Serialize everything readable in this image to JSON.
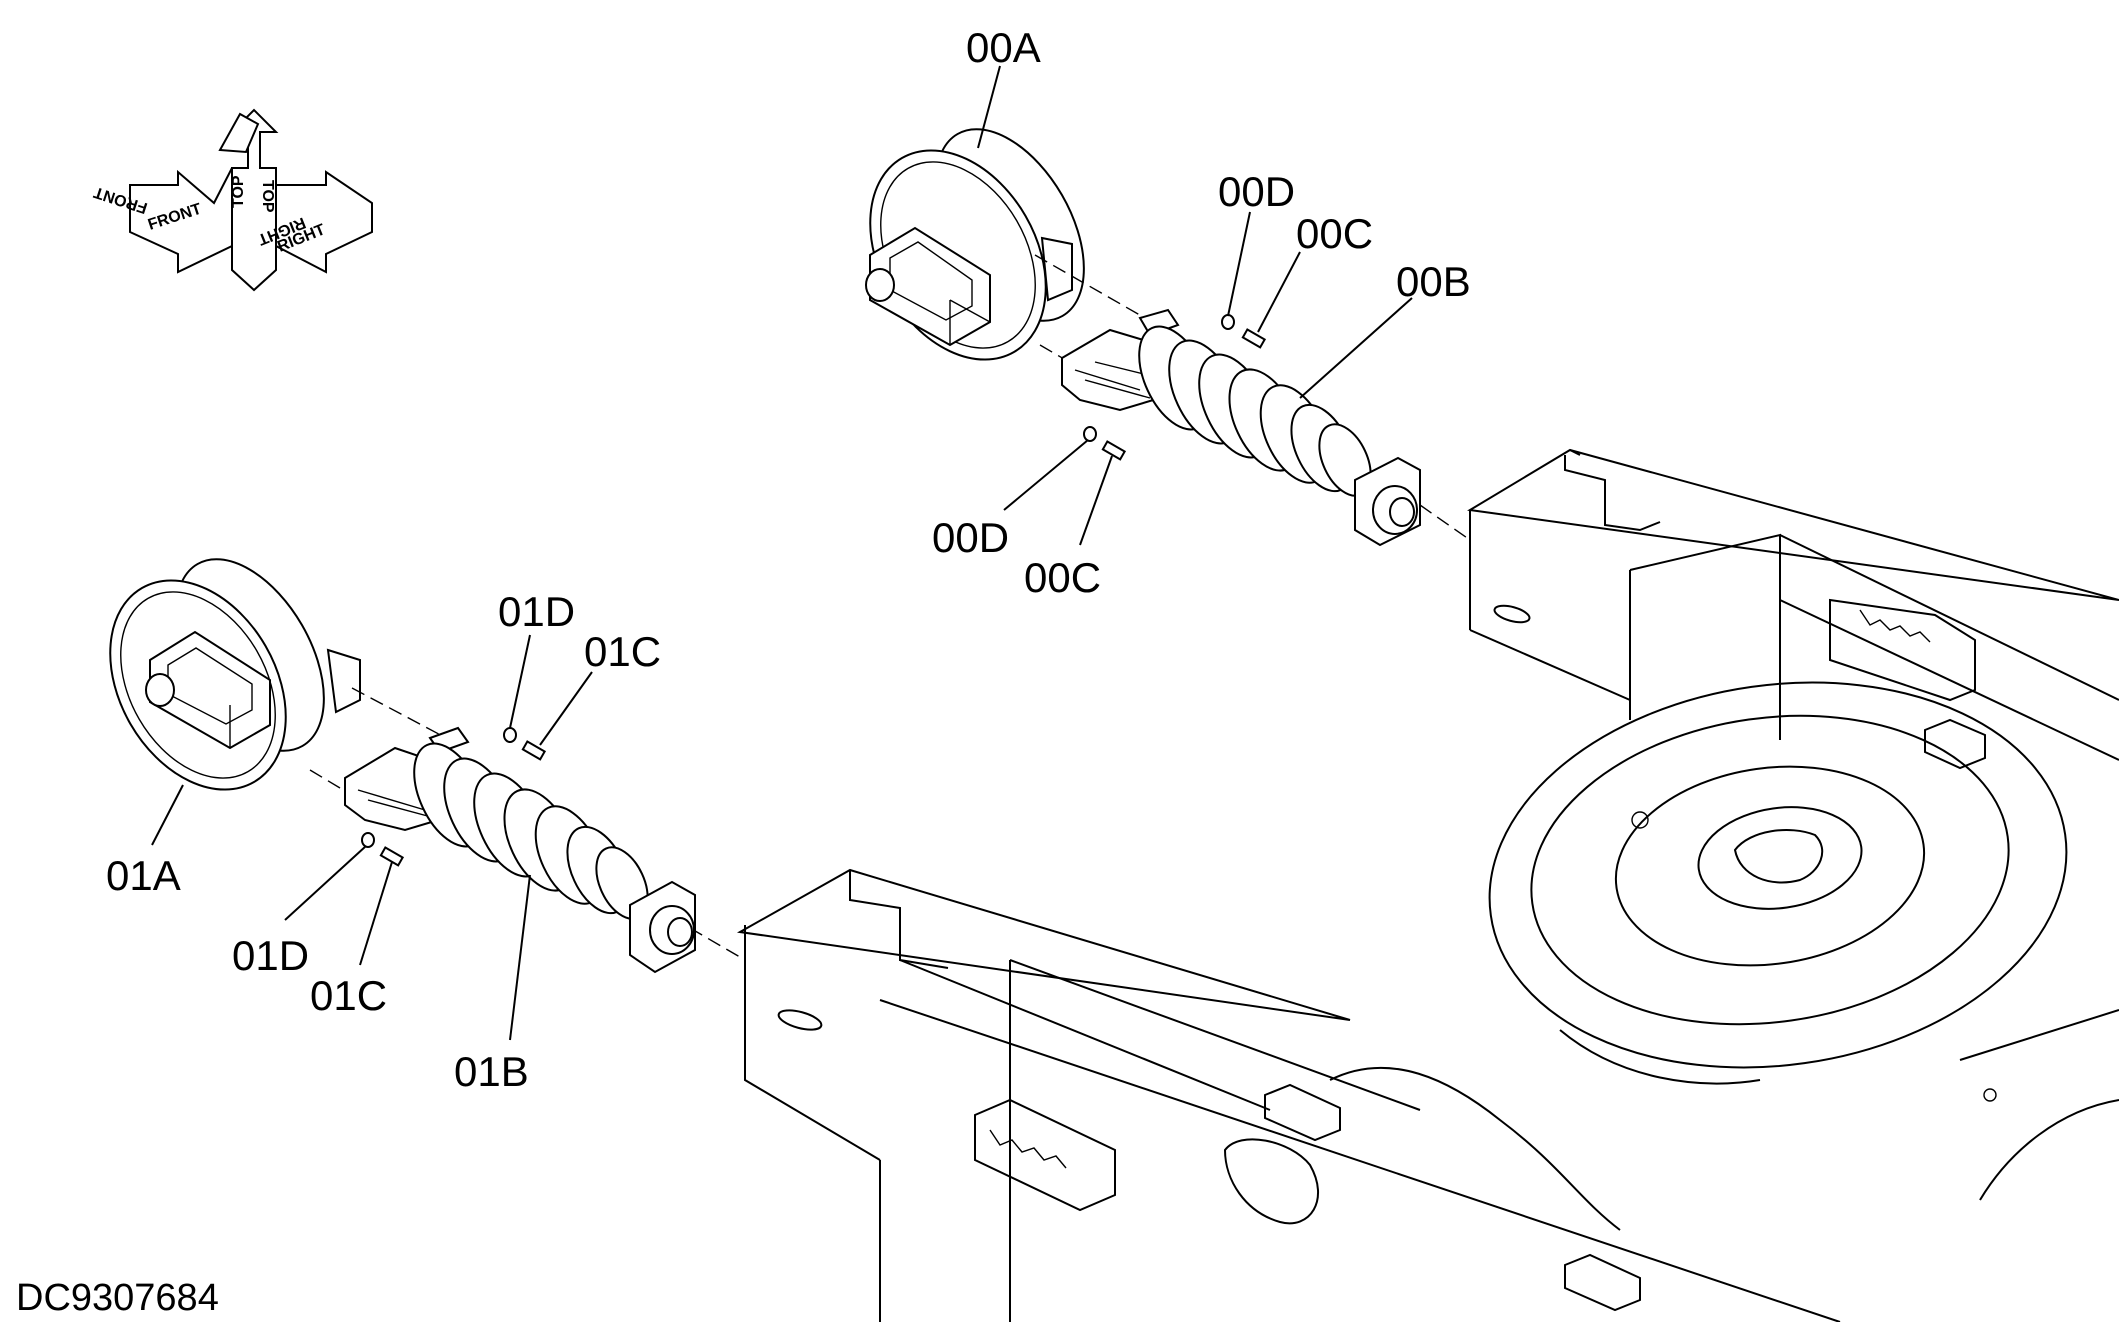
{
  "diagram": {
    "document_id": "DC9307684",
    "orientation": {
      "front": "FRONT",
      "top": "TOP",
      "right": "RIGHT"
    },
    "labels": {
      "l00A": "00A",
      "l00B": "00B",
      "l00C_upper": "00C",
      "l00D_upper": "00D",
      "l00C_lower": "00C",
      "l00D_lower": "00D",
      "l01A": "01A",
      "l01B": "01B",
      "l01C_upper": "01C",
      "l01D_upper": "01D",
      "l01C_lower": "01C",
      "l01D_lower": "01D"
    }
  }
}
